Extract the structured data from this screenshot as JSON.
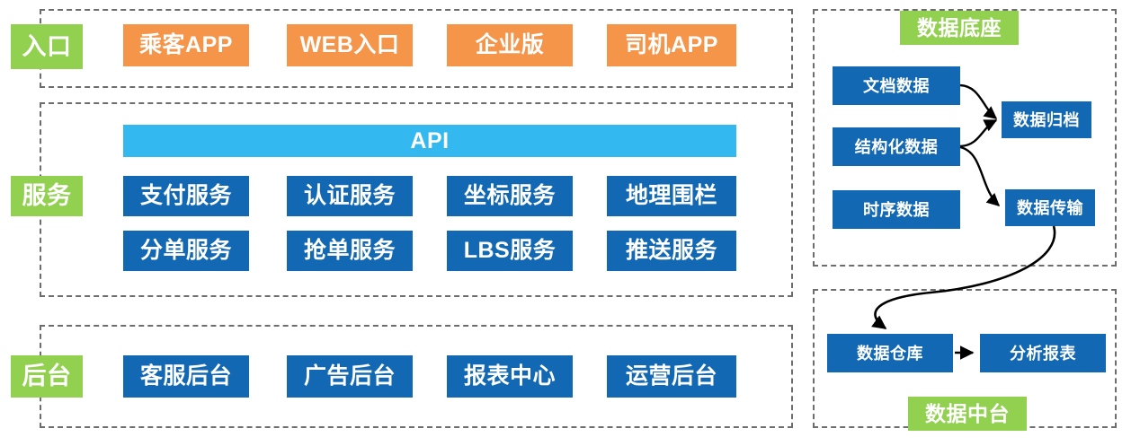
{
  "diagram": {
    "left_column": {
      "layers": [
        {
          "id": "entry",
          "label": "入口",
          "label_color": "#92d050",
          "tile_color": "#f4954a",
          "tiles": [
            "乘客APP",
            "WEB入口",
            "企业版",
            "司机APP"
          ]
        },
        {
          "id": "service",
          "label": "服务",
          "label_color": "#92d050",
          "tile_color": "#1268b3",
          "api_bar": {
            "label": "API",
            "color": "#33b8ef"
          },
          "tiles_row1": [
            "支付服务",
            "认证服务",
            "坐标服务",
            "地理围栏"
          ],
          "tiles_row2": [
            "分单服务",
            "抢单服务",
            "LBS服务",
            "推送服务"
          ]
        },
        {
          "id": "backend",
          "label": "后台",
          "label_color": "#92d050",
          "tile_color": "#1268b3",
          "tiles": [
            "客服后台",
            "广告后台",
            "报表中心",
            "运营后台"
          ]
        }
      ]
    },
    "right_column": {
      "data_foundation": {
        "title": "数据底座",
        "title_color": "#92d050",
        "box_color": "#1268b3",
        "sources": [
          "文档数据",
          "结构化数据",
          "时序数据"
        ],
        "targets": [
          "数据归档",
          "数据传输"
        ]
      },
      "data_platform": {
        "title": "数据中台",
        "title_color": "#92d050",
        "box_color": "#1268b3",
        "boxes": [
          "数据仓库",
          "分析报表"
        ]
      }
    }
  }
}
